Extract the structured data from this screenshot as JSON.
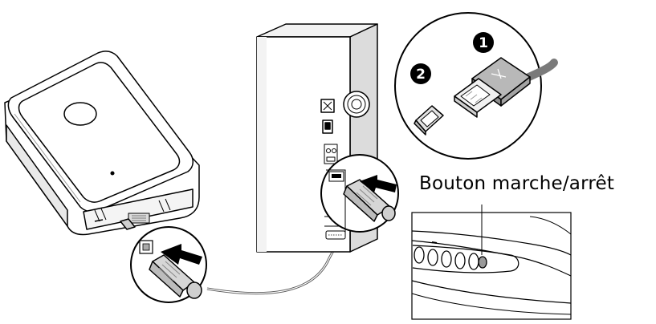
{
  "labels": {
    "power_button": "Bouton marche/arrêt",
    "callout_1": "1",
    "callout_2": "2"
  },
  "icons": [
    "scanner-icon",
    "computer-tower-icon",
    "usb-cable-icon",
    "usb-a-plug-icon",
    "usb-b-plug-icon",
    "usb-port-icon",
    "insert-arrow-icon",
    "power-button-icon"
  ],
  "colors": {
    "line": "#000000",
    "plug_fill": "#d6d6d6",
    "arrow_fill": "#000000",
    "background": "#ffffff"
  }
}
